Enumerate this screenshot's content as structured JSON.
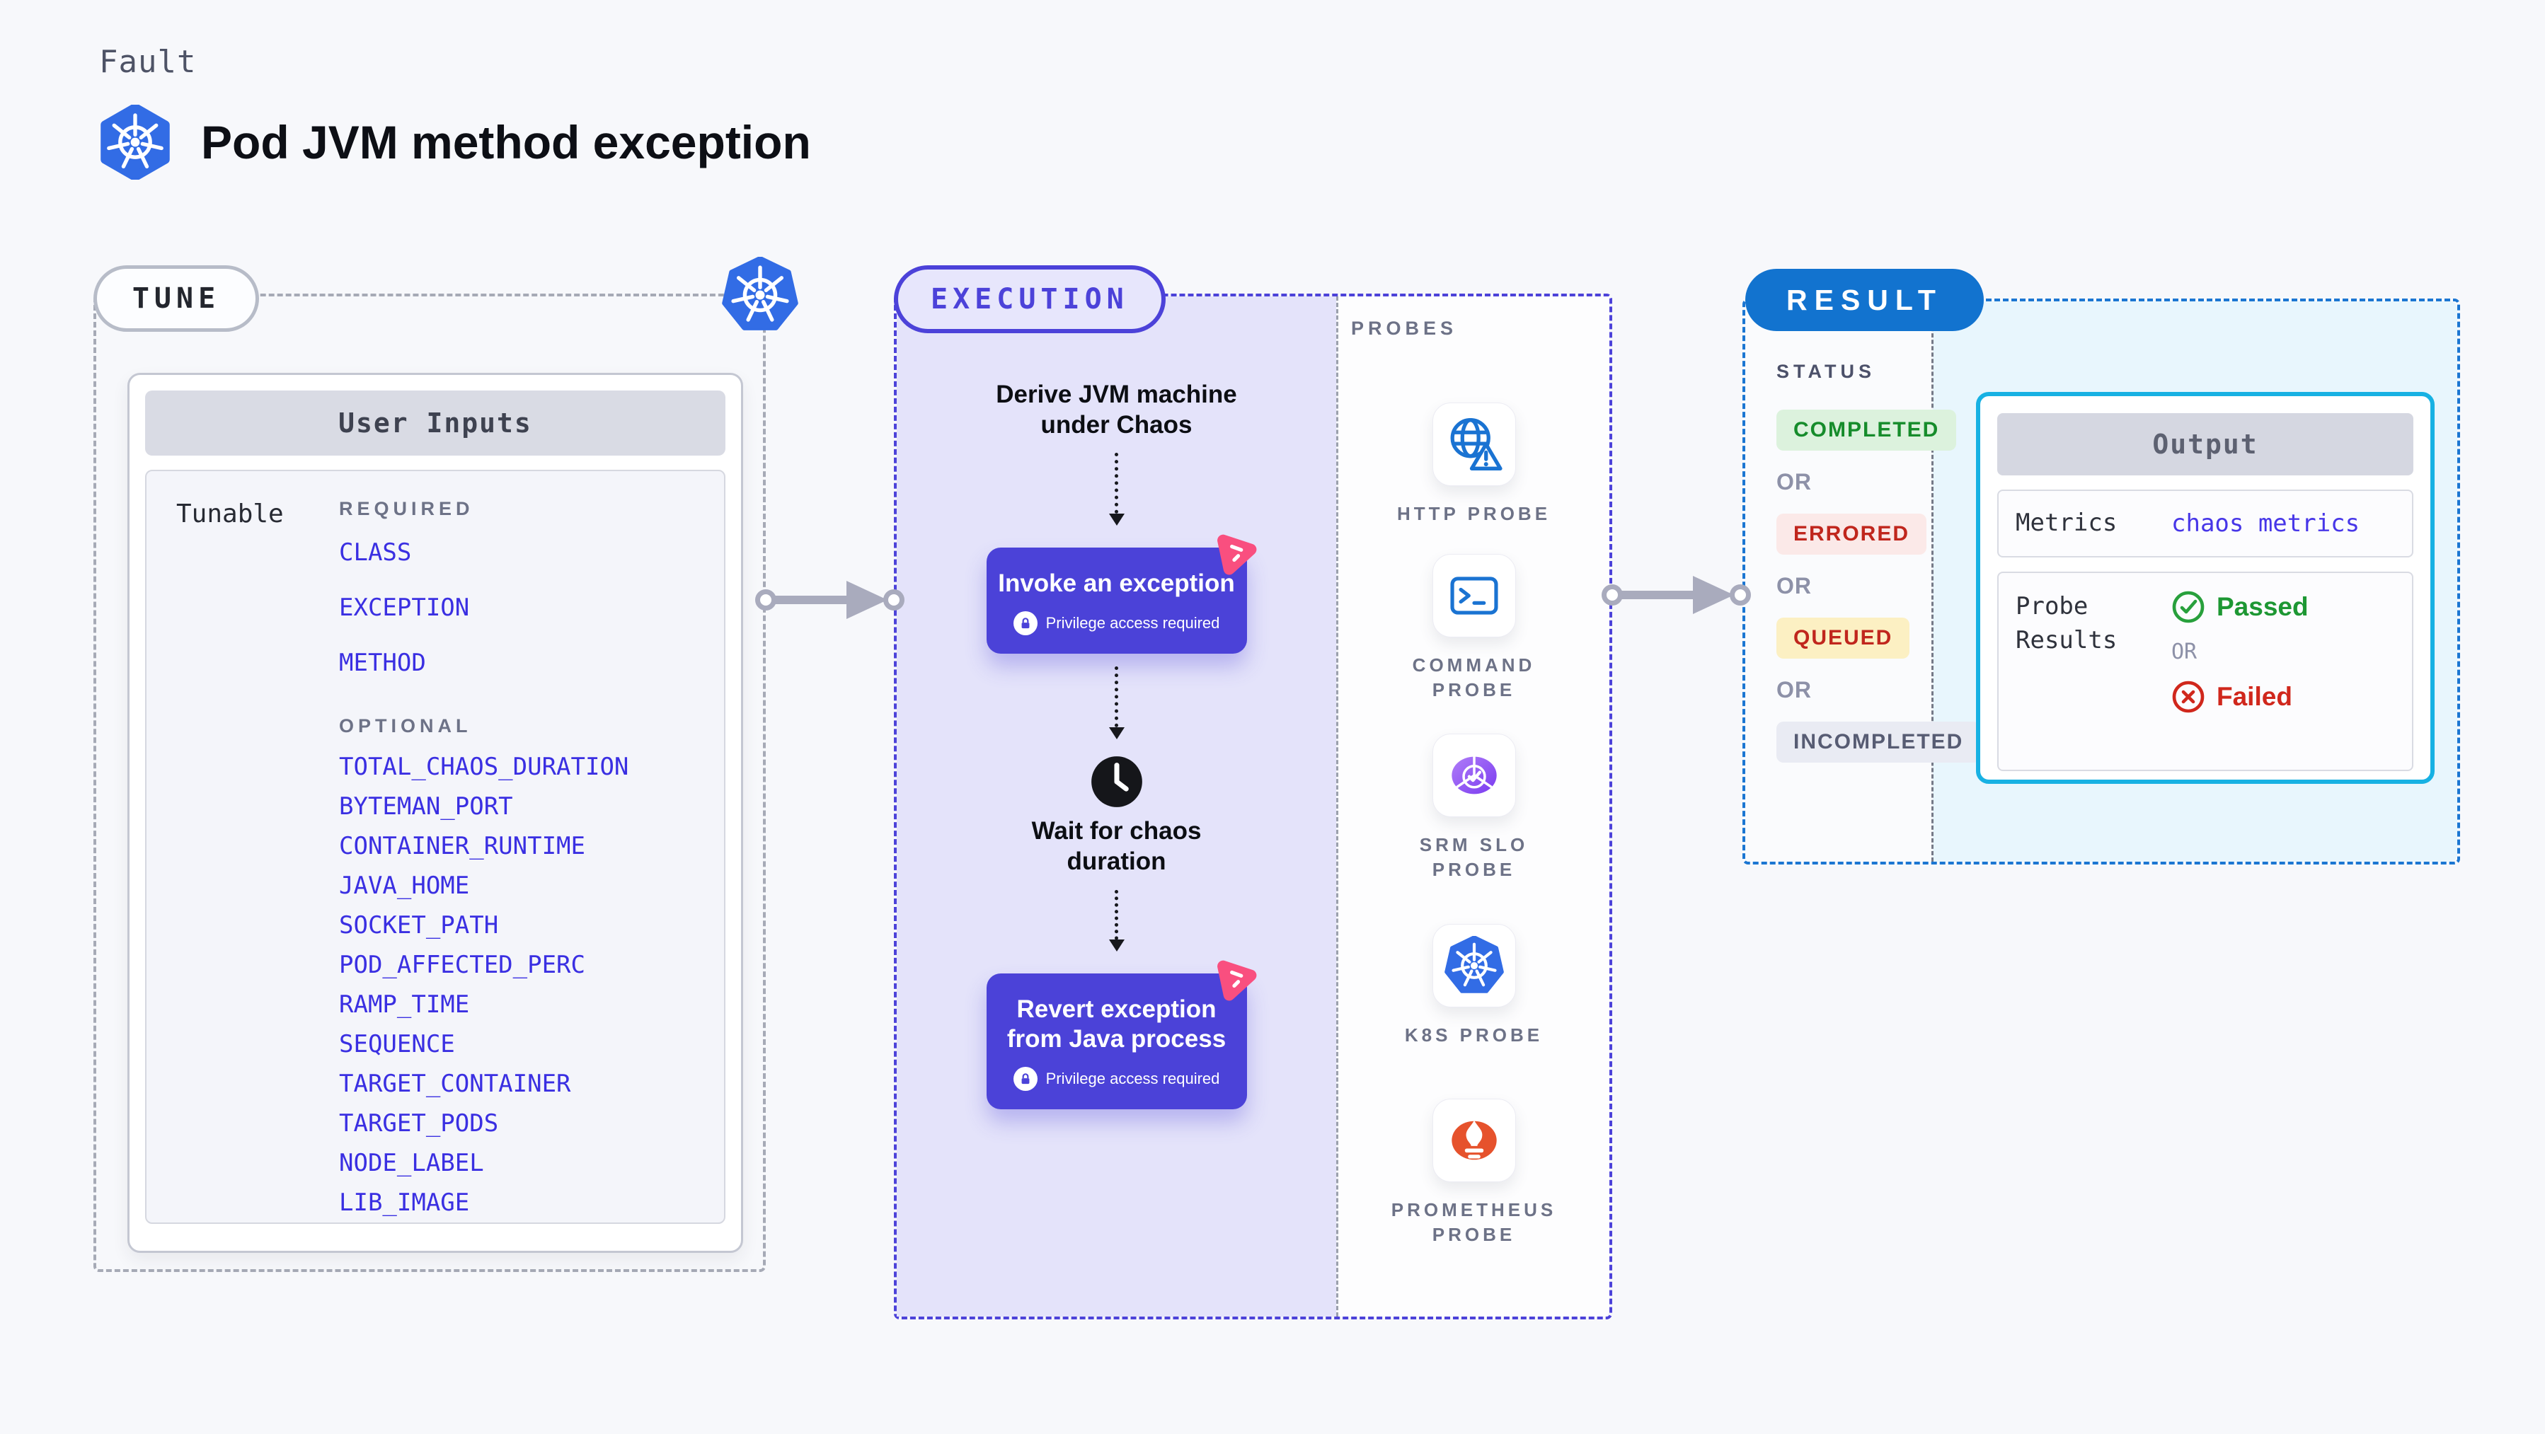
{
  "header": {
    "kicker": "Fault",
    "title": "Pod JVM method exception"
  },
  "tune": {
    "pill": "TUNE",
    "user_inputs": {
      "header": "User Inputs",
      "row_label": "Tunable",
      "required_label": "REQUIRED",
      "required": [
        "CLASS",
        "EXCEPTION",
        "METHOD"
      ],
      "optional_label": "OPTIONAL",
      "optional": [
        "TOTAL_CHAOS_DURATION",
        "BYTEMAN_PORT",
        "CONTAINER_RUNTIME",
        "JAVA_HOME",
        "SOCKET_PATH",
        "POD_AFFECTED_PERC",
        "RAMP_TIME",
        "SEQUENCE",
        "TARGET_CONTAINER",
        "TARGET_PODS",
        "NODE_LABEL",
        "LIB_IMAGE"
      ]
    }
  },
  "execution": {
    "pill": "EXECUTION",
    "derive_label": "Derive JVM machine\nunder Chaos",
    "invoke": {
      "title": "Invoke an exception",
      "note": "Privilege access required"
    },
    "wait_label": "Wait for chaos\nduration",
    "revert": {
      "title": "Revert exception\nfrom Java process",
      "note": "Privilege access required"
    },
    "probes": {
      "header": "PROBES",
      "items": [
        {
          "label": "HTTP PROBE",
          "icon": "globe-warning-icon"
        },
        {
          "label": "COMMAND\nPROBE",
          "icon": "terminal-icon"
        },
        {
          "label": "SRM SLO\nPROBE",
          "icon": "slo-gauge-icon"
        },
        {
          "label": "K8S PROBE",
          "icon": "kubernetes-icon"
        },
        {
          "label": "PROMETHEUS\nPROBE",
          "icon": "prometheus-icon"
        }
      ]
    }
  },
  "result": {
    "pill": "RESULT",
    "status": {
      "header": "STATUS",
      "or": "OR",
      "badges": [
        "COMPLETED",
        "ERRORED",
        "QUEUED",
        "INCOMPLETED"
      ]
    },
    "output": {
      "header": "Output",
      "metrics_label": "Metrics",
      "metrics_value": "chaos metrics",
      "probe_results_label": "Probe\nResults",
      "passed_label": "Passed",
      "or": "OR",
      "failed_label": "Failed"
    }
  },
  "colors": {
    "accent_indigo": "#4c42d9",
    "accent_blue": "#1273cf",
    "accent_cyan": "#17b1e3",
    "k8s_blue": "#326ce5",
    "chaos_pink": "#f94f7f",
    "success_green": "#1d9733",
    "error_red": "#c0261d",
    "probe_blue": "#1a73d2",
    "prometheus_orange": "#e6522c",
    "slo_purple": "#8a4ff4"
  }
}
